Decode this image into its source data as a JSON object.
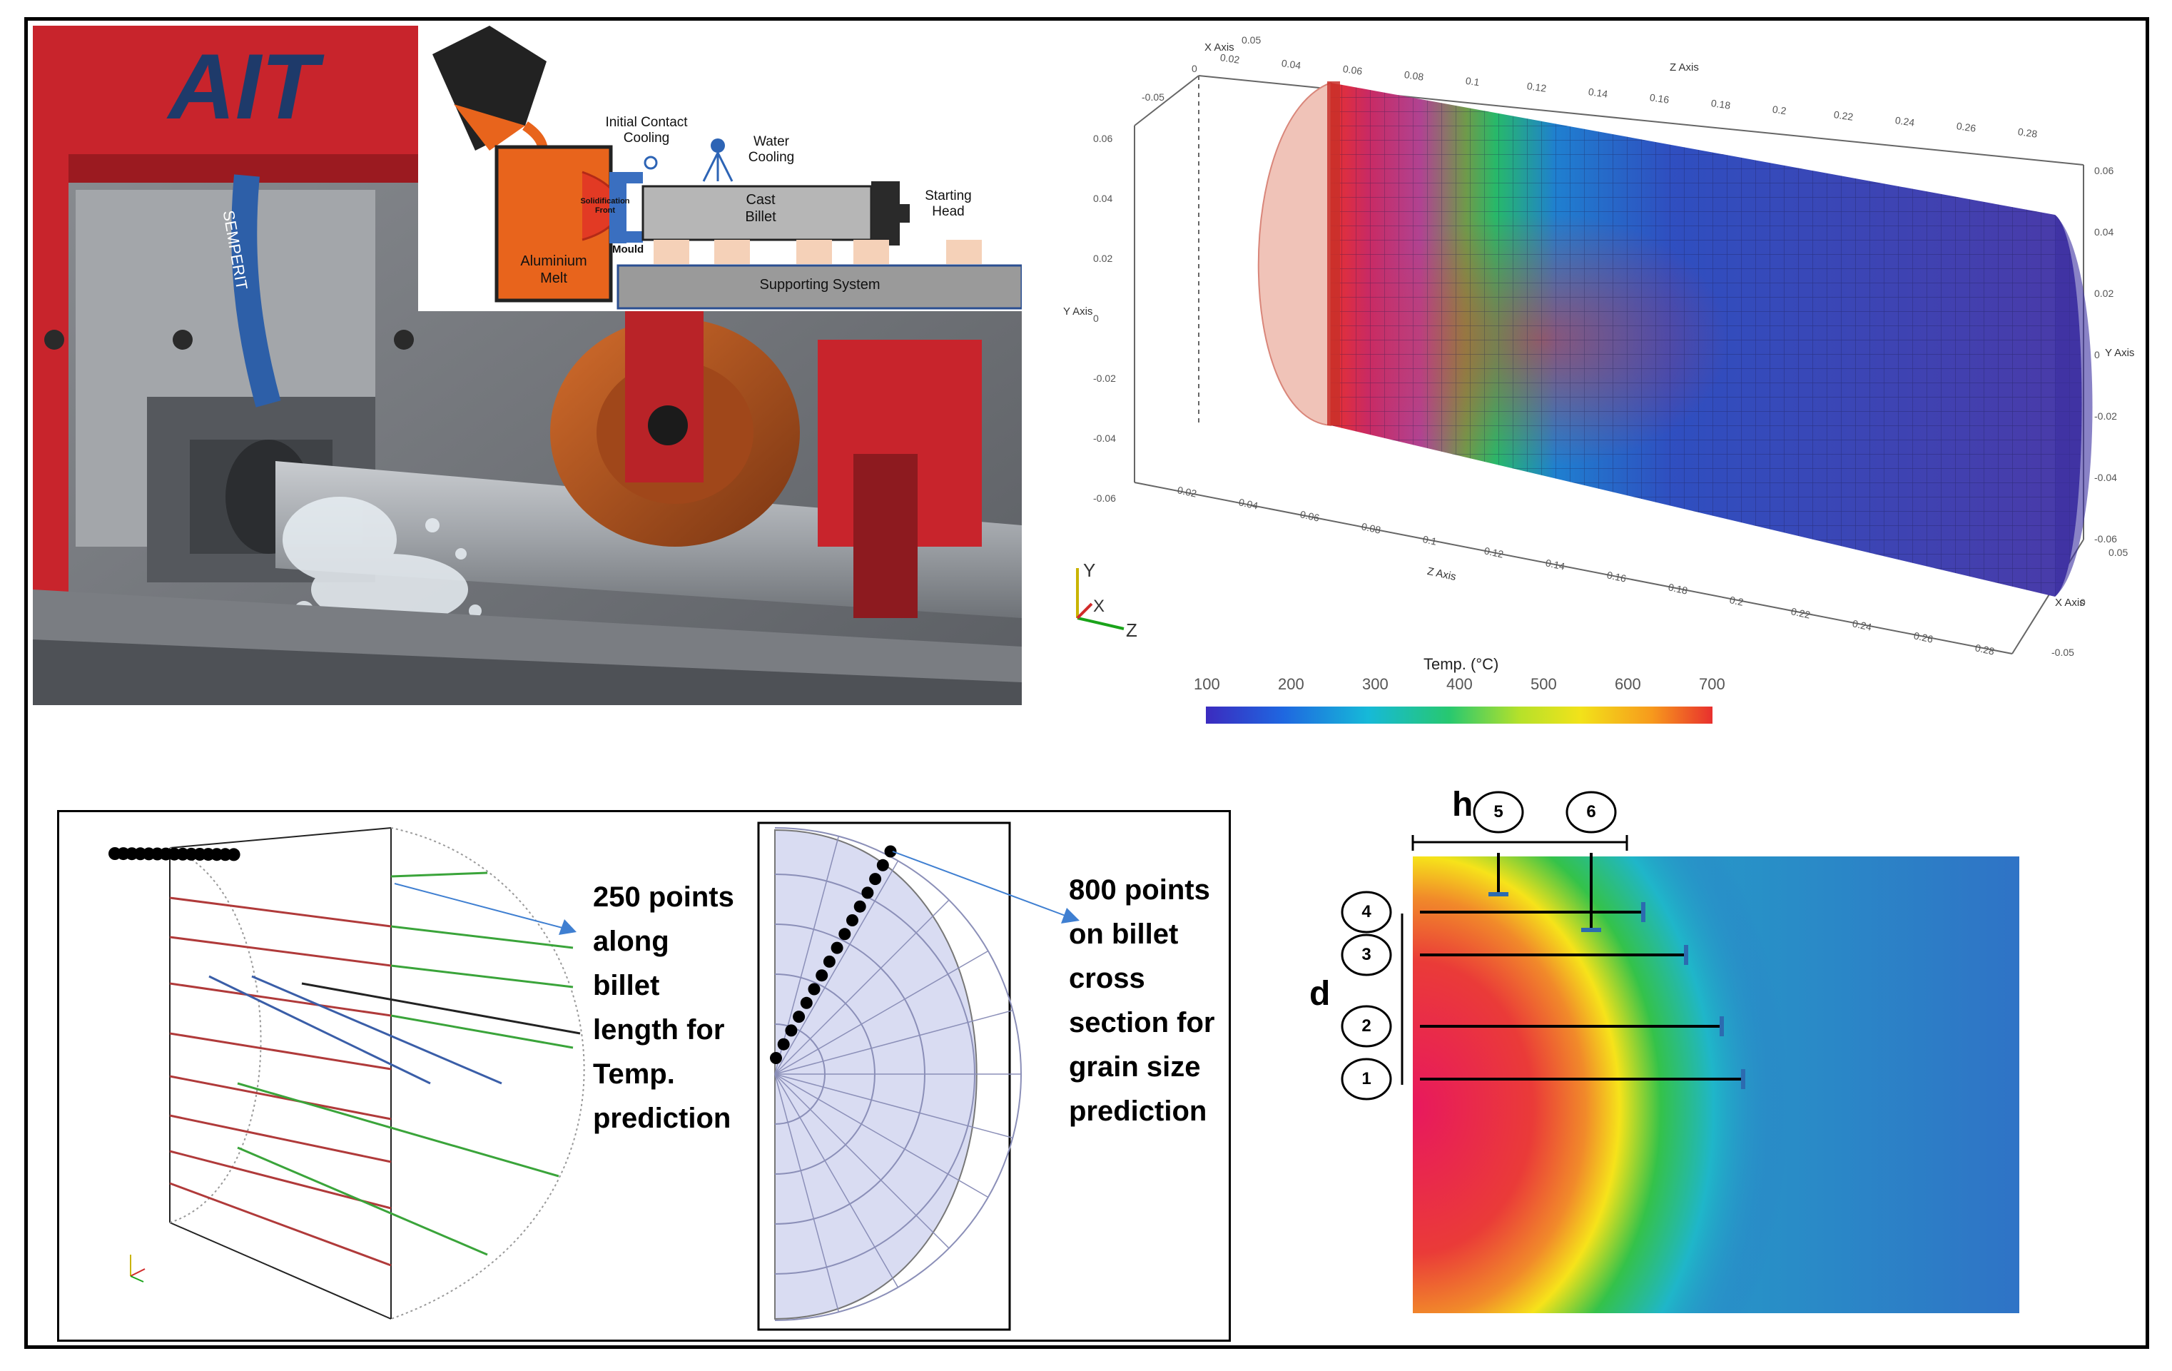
{
  "photo": {
    "logo_text": "AIT",
    "hose_text": "SEMPERIT",
    "schematic": {
      "initial_contact_cooling": "Initial Contact\nCooling",
      "water_cooling": "Water\nCooling",
      "solidification_front": "Solidification\nFront",
      "aluminium_melt": "Aluminium\nMelt",
      "mould": "Mould",
      "cast_billet": "Cast\nBillet",
      "starting_head": "Starting\nHead",
      "supporting_system": "Supporting System"
    }
  },
  "sim3d": {
    "x_axis_label": "X Axis",
    "y_axis_label": "Y Axis",
    "z_axis_label": "Z Axis",
    "z_ticks_top": [
      "0.02",
      "0.04",
      "0.06",
      "0.08",
      "0.1",
      "0.12",
      "0.14",
      "0.16",
      "0.18",
      "0.2",
      "0.22",
      "0.24",
      "0.26",
      "0.28"
    ],
    "z_ticks_bottom": [
      "0.02",
      "0.04",
      "0.06",
      "0.08",
      "0.1",
      "0.12",
      "0.14",
      "0.16",
      "0.18",
      "0.2",
      "0.22",
      "0.24",
      "0.26",
      "0.28"
    ],
    "y_ticks_left": [
      "0.06",
      "0.04",
      "0.02",
      "0",
      "-0.02",
      "-0.04",
      "-0.06"
    ],
    "y_ticks_right": [
      "0.06",
      "0.04",
      "0.02",
      "0",
      "-0.02",
      "-0.04",
      "-0.06"
    ],
    "x_ticks_top": [
      "-0.05",
      "0",
      "0.05"
    ],
    "x_ticks_right": [
      "0.05",
      "0",
      "-0.05"
    ],
    "triad": {
      "y": "Y",
      "x": "X",
      "z": "Z"
    },
    "colorbar": {
      "title": "Temp. (°C)",
      "ticks": [
        "100",
        "200",
        "300",
        "400",
        "500",
        "600",
        "700"
      ],
      "colors": [
        "#3b2bbf",
        "#1f66e0",
        "#16b9d8",
        "#27c870",
        "#b6e12a",
        "#f2e21a",
        "#f79a1c",
        "#e8302e"
      ]
    }
  },
  "points": {
    "length_caption": [
      "250 points",
      "along",
      "billet",
      "length for",
      "Temp.",
      "prediction"
    ],
    "cross_caption": [
      "800 points",
      "on billet",
      "cross",
      "section for",
      "grain size",
      "prediction"
    ],
    "dot_color": "#000000",
    "arrow_color": "#3f7fd1",
    "line_colors": {
      "red": "#b03a3a",
      "green": "#3aa43a",
      "blue": "#3a5ea8",
      "black": "#222222"
    }
  },
  "temp2d": {
    "h_label": "h",
    "d_label": "d",
    "markers": [
      "1",
      "2",
      "3",
      "4",
      "5",
      "6"
    ]
  }
}
